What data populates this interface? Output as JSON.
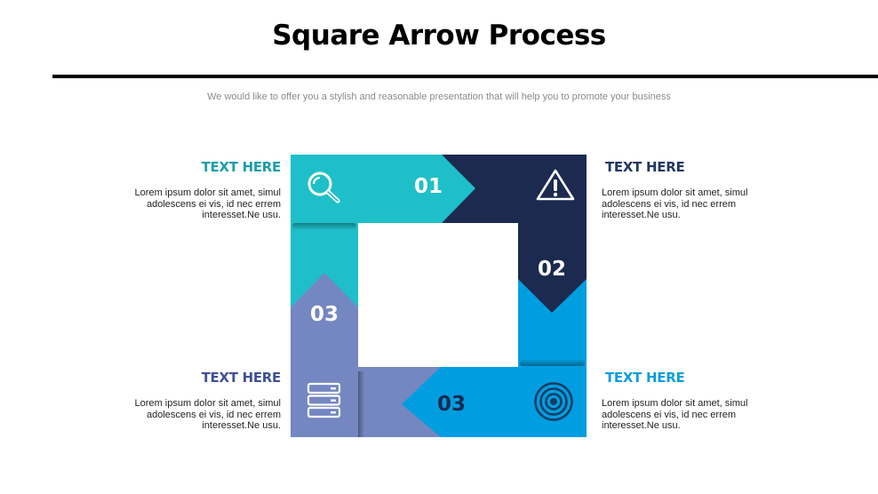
{
  "header": {
    "title": "Square Arrow Process",
    "subtitle": "We would like to offer you a stylish and reasonable presentation that will help you to promote your business"
  },
  "colors": {
    "teal": "#1fbfca",
    "navy": "#1b2a4e",
    "blue": "#009ee0",
    "periwinkle": "#7487c0",
    "teal_text": "#1a9fa8",
    "navy_text": "#1f3864",
    "periwinkle_text": "#3f5196",
    "blue_text": "#0a9de0"
  },
  "steps": [
    {
      "number": "01",
      "icon": "search-icon",
      "position": "top"
    },
    {
      "number": "02",
      "icon": "warning-icon",
      "position": "right"
    },
    {
      "number": "03",
      "icon": "target-icon",
      "position": "bottom"
    },
    {
      "number": "03",
      "icon": "server-icon",
      "position": "left"
    }
  ],
  "captions": [
    {
      "position": "top-left",
      "heading": "TEXT HERE",
      "body": "Lorem ipsum dolor sit amet, simul adolescens ei vis, id nec errem interesset.Ne usu."
    },
    {
      "position": "top-right",
      "heading": "TEXT HERE",
      "body": "Lorem ipsum dolor sit amet, simul adolescens ei vis, id nec errem interesset.Ne usu."
    },
    {
      "position": "bottom-left",
      "heading": "TEXT HERE",
      "body": "Lorem ipsum dolor sit amet, simul adolescens ei vis, id nec errem interesset.Ne usu."
    },
    {
      "position": "bottom-right",
      "heading": "TEXT HERE",
      "body": "Lorem ipsum dolor sit amet, simul adolescens ei vis, id nec errem interesset.Ne usu."
    }
  ]
}
